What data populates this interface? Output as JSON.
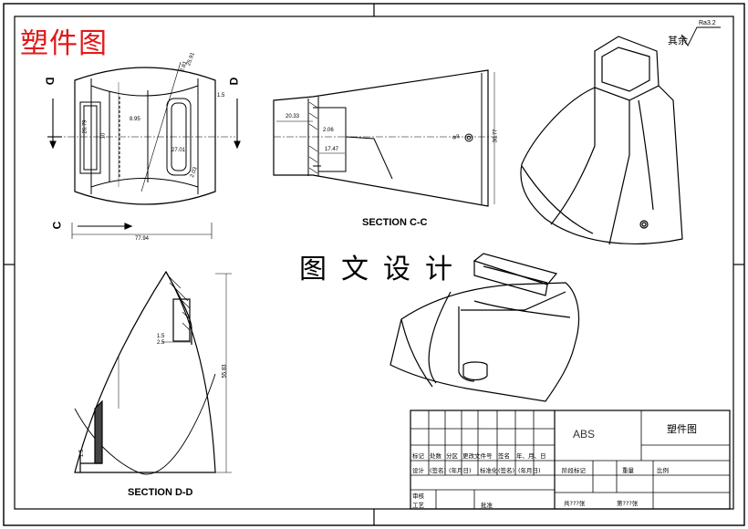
{
  "stamp_title": "塑件图",
  "center_title": "图文设计",
  "roughness": {
    "label": "其余",
    "value": "Ra3.2"
  },
  "views": {
    "section_cc": "SECTION C-C",
    "section_dd": "SECTION D-D",
    "cut_letter_c": "C",
    "cut_letter_d": "D"
  },
  "dimensions": {
    "top_width": "77.94",
    "inner_width": "8.95",
    "left_height": "26.79",
    "left_small": "10",
    "ring_a": "2.81",
    "ring_b": "25.91",
    "ring_c": "27.01",
    "ring_d": "2.03",
    "corner": "1.5",
    "cc_height": "30.77",
    "cc_right": "20.33",
    "cc_mid": "2.06",
    "cc_small": "17.47",
    "cc_hole": "Φ3",
    "dd_height": "55.83",
    "dd_a": "1.5",
    "dd_b": "2.5",
    "dd_c": "1.5"
  },
  "title_block": {
    "material": "ABS",
    "part_name": "塑件图",
    "headers": [
      "标记",
      "处数",
      "分区",
      "更改文件号",
      "签名",
      "年、月、日"
    ],
    "row_design": [
      "设计",
      "(签名)",
      "(年月日)",
      "标准化",
      "(签名)",
      "(年月日)"
    ],
    "stage_labels": [
      "阶段标记",
      "重量",
      "比例"
    ],
    "row_check": "审核",
    "row_process": "工艺",
    "approve": "批准",
    "sheets_total": "共???张",
    "sheet_no": "第???张"
  }
}
